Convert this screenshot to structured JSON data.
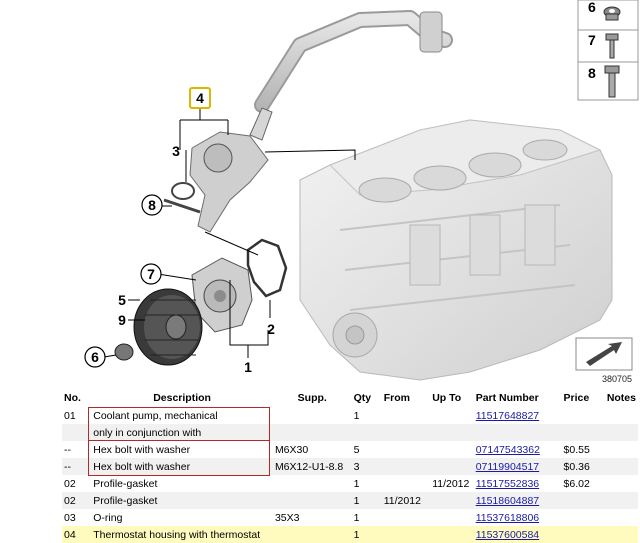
{
  "diagram": {
    "callouts": [
      "1",
      "2",
      "3",
      "4",
      "5",
      "6",
      "7",
      "8",
      "9"
    ],
    "side_parts": [
      "6",
      "7",
      "8"
    ],
    "figure_number": "380705"
  },
  "table": {
    "headers": {
      "no": "No.",
      "description": "Description",
      "supp": "Supp.",
      "qty": "Qty",
      "from": "From",
      "up_to": "Up To",
      "part_number": "Part Number",
      "price": "Price",
      "notes": "Notes"
    },
    "rows": [
      {
        "no": "01",
        "description": "Coolant pump, mechanical",
        "supp": "",
        "qty": "1",
        "from": "",
        "up_to": "",
        "part_number": "11517648827",
        "price": ""
      },
      {
        "no": "",
        "description": "only in conjunction with",
        "supp": "",
        "qty": "",
        "from": "",
        "up_to": "",
        "part_number": "",
        "price": ""
      },
      {
        "no": "--",
        "description": "Hex bolt with washer",
        "supp": "M6X30",
        "qty": "5",
        "from": "",
        "up_to": "",
        "part_number": "07147543362",
        "price": "$0.55"
      },
      {
        "no": "--",
        "description": "Hex bolt with washer",
        "supp": "M6X12-U1-8.8",
        "qty": "3",
        "from": "",
        "up_to": "",
        "part_number": "07119904517",
        "price": "$0.36"
      },
      {
        "no": "02",
        "description": "Profile-gasket",
        "supp": "",
        "qty": "1",
        "from": "",
        "up_to": "11/2012",
        "part_number": "11517552836",
        "price": "$6.02"
      },
      {
        "no": "02",
        "description": "Profile-gasket",
        "supp": "",
        "qty": "1",
        "from": "11/2012",
        "up_to": "",
        "part_number": "11518604887",
        "price": ""
      },
      {
        "no": "03",
        "description": "O-ring",
        "supp": "35X3",
        "qty": "1",
        "from": "",
        "up_to": "",
        "part_number": "11537618806",
        "price": ""
      },
      {
        "no": "04",
        "description": "Thermostat housing with thermostat",
        "supp": "",
        "qty": "1",
        "from": "",
        "up_to": "",
        "part_number": "11537600584",
        "price": ""
      }
    ]
  },
  "colors": {
    "link": "#1a1aa6",
    "highlight_row": "#fffbbe",
    "callout_box": "#e0b400",
    "annotation_box": "#b02a2a"
  }
}
